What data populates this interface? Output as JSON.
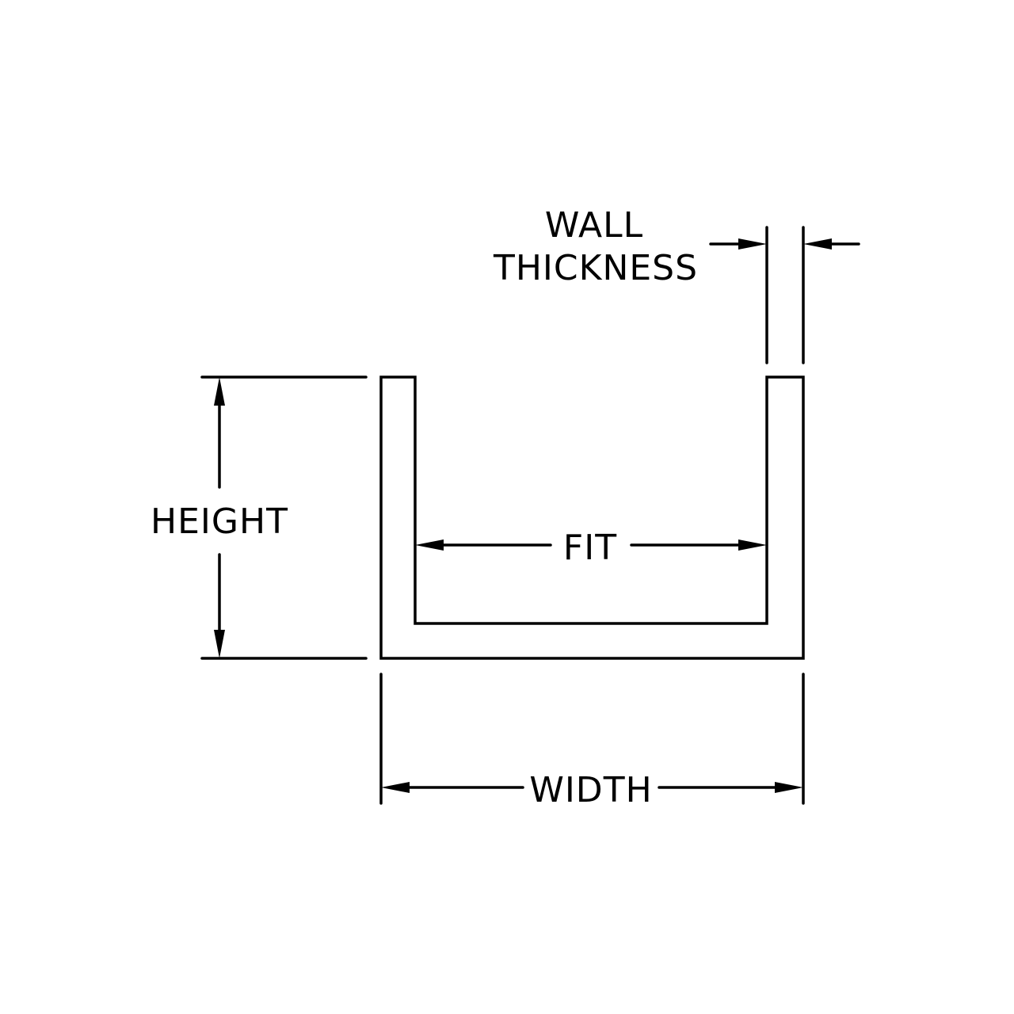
{
  "labels": {
    "wall_line1": "WALL",
    "wall_line2": "THICKNESS",
    "height": "HEIGHT",
    "fit": "FIT",
    "width": "WIDTH"
  },
  "colors": {
    "line": "#000000",
    "background": "#ffffff"
  }
}
